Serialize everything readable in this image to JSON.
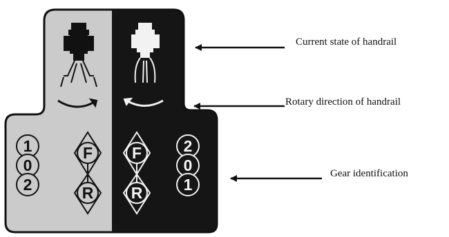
{
  "colors": {
    "panel_light": "#cbcbcb",
    "panel_dark": "#151515",
    "outline": "#111111",
    "background": "#ffffff"
  },
  "panel": {
    "left_gears": [
      "1",
      "0",
      "2"
    ],
    "right_gears": [
      "2",
      "0",
      "1"
    ],
    "direction_letters_left": [
      "F",
      "R"
    ],
    "direction_letters_right": [
      "F",
      "R"
    ],
    "icons": {
      "left": "tractor-with-handrail-state-icon",
      "right": "tractor-with-handrail-state-icon",
      "left_arrow": "clockwise-rotation-arrow-icon",
      "right_arrow": "counterclockwise-rotation-arrow-icon"
    }
  },
  "callouts": [
    {
      "text": "Current state of handrail"
    },
    {
      "text": "Rotary direction of handrail"
    },
    {
      "text": "Gear identification"
    }
  ]
}
